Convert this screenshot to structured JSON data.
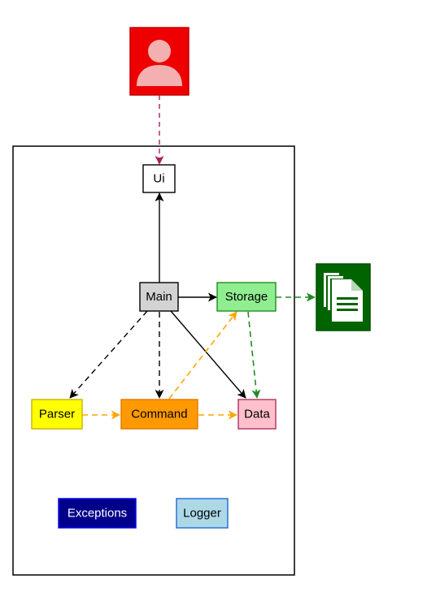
{
  "diagram": {
    "nodes": {
      "ui": {
        "label": "Ui",
        "fill": "#ffffff",
        "stroke": "#000000",
        "text_color": "#000000"
      },
      "main": {
        "label": "Main",
        "fill": "#d3d3d3",
        "stroke": "#000000",
        "text_color": "#000000"
      },
      "storage": {
        "label": "Storage",
        "fill": "#90ee90",
        "stroke": "#228b22",
        "text_color": "#000000"
      },
      "parser": {
        "label": "Parser",
        "fill": "#ffff00",
        "stroke": "#c8b400",
        "text_color": "#000000"
      },
      "command": {
        "label": "Command",
        "fill": "#ff9900",
        "stroke": "#e07800",
        "text_color": "#000000"
      },
      "data": {
        "label": "Data",
        "fill": "#ffc0cb",
        "stroke": "#b03060",
        "text_color": "#000000"
      },
      "exceptions": {
        "label": "Exceptions",
        "fill": "#00008b",
        "stroke": "#0000ff",
        "text_color": "#ffffff"
      },
      "logger": {
        "label": "Logger",
        "fill": "#add8e6",
        "stroke": "#1e6bd6",
        "text_color": "#000000"
      }
    },
    "actor": {
      "icon": "user-icon",
      "fill": "#ee0000",
      "figure_color": "#f4b0b0"
    },
    "file": {
      "icon": "document-icon",
      "fill": "#006400",
      "paper_color": "#ffffff"
    },
    "edge_colors": {
      "actor": "#a8215a",
      "solid": "#000000",
      "dashed_black": "#000000",
      "orange": "#ffa500",
      "green": "#228b22"
    }
  }
}
